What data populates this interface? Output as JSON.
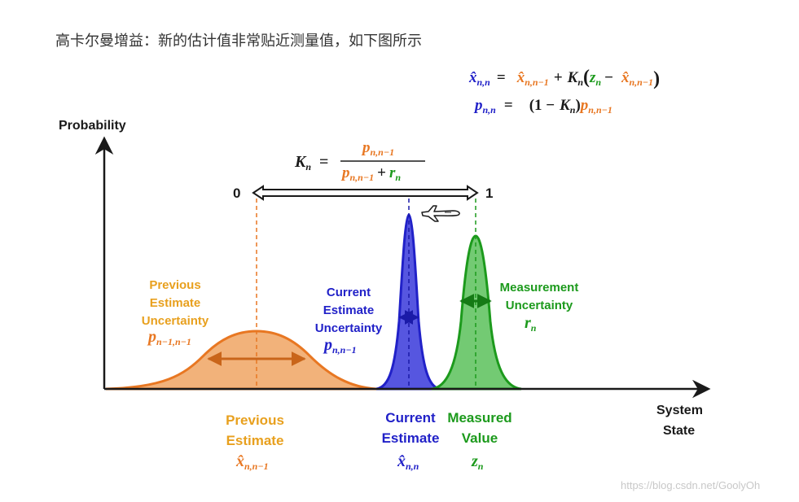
{
  "heading": "高卡尔曼增益：新的估计值非常贴近测量值，如下图所示",
  "watermark": "https://blog.csdn.net/GoolyOh",
  "axes": {
    "y_label": "Probability",
    "x_label_line1": "System",
    "x_label_line2": "State"
  },
  "gain_scale": {
    "left_value": "0",
    "right_value": "1"
  },
  "formulas": {
    "gain_lhs": "K",
    "gain_lhs_sub": "n",
    "gain_num": "p",
    "gain_num_sub": "n,n−1",
    "gain_den_p": "p",
    "gain_den_p_sub": "n,n−1",
    "gain_den_plus": "+",
    "gain_den_r": "r",
    "gain_den_r_sub": "n",
    "state_lhs": "x̂",
    "state_lhs_sub": "n,n",
    "state_eq": "=",
    "state_prev": "x̂",
    "state_prev_sub": "n,n−1",
    "state_plus": "+",
    "state_k": "K",
    "state_k_sub": "n",
    "state_open": "(",
    "state_z": "z",
    "state_z_sub": "n",
    "state_minus": "−",
    "state_prev2": "x̂",
    "state_prev2_sub": "n,n−1",
    "state_close": ")",
    "cov_lhs": "p",
    "cov_lhs_sub": "n,n",
    "cov_eq": "=",
    "cov_one": "(1 −",
    "cov_k": "K",
    "cov_k_sub": "n",
    "cov_close": ")",
    "cov_p": "p",
    "cov_p_sub": "n,n−1"
  },
  "previous_uncertainty": {
    "line1": "Previous",
    "line2": "Estimate",
    "line3": "Uncertainty",
    "sym": "p",
    "sym_sub": "n−1,n−1"
  },
  "current_uncertainty": {
    "line1": "Current",
    "line2": "Estimate",
    "line3": "Uncertainty",
    "sym": "p",
    "sym_sub": "n,n−1"
  },
  "measurement_uncertainty": {
    "line1": "Measurement",
    "line2": "Uncertainty",
    "sym": "r",
    "sym_sub": "n"
  },
  "previous_estimate": {
    "line1": "Previous",
    "line2": "Estimate",
    "sym": "x̂",
    "sym_sub": "n,n−1"
  },
  "current_estimate": {
    "line1": "Current",
    "line2": "Estimate",
    "sym": "x̂",
    "sym_sub": "n,n"
  },
  "measured_value": {
    "line1": "Measured",
    "line2": "Value",
    "sym": "z",
    "sym_sub": "n"
  },
  "colors": {
    "orange": "#e87722",
    "orange_fill": "#f2b27a",
    "blue": "#2121c8",
    "blue_fill": "#5656e0",
    "green": "#1c9a1c",
    "green_fill": "#6bc76b",
    "dark": "#1a1a1a"
  },
  "icons": {
    "plane": "airplane-icon"
  }
}
